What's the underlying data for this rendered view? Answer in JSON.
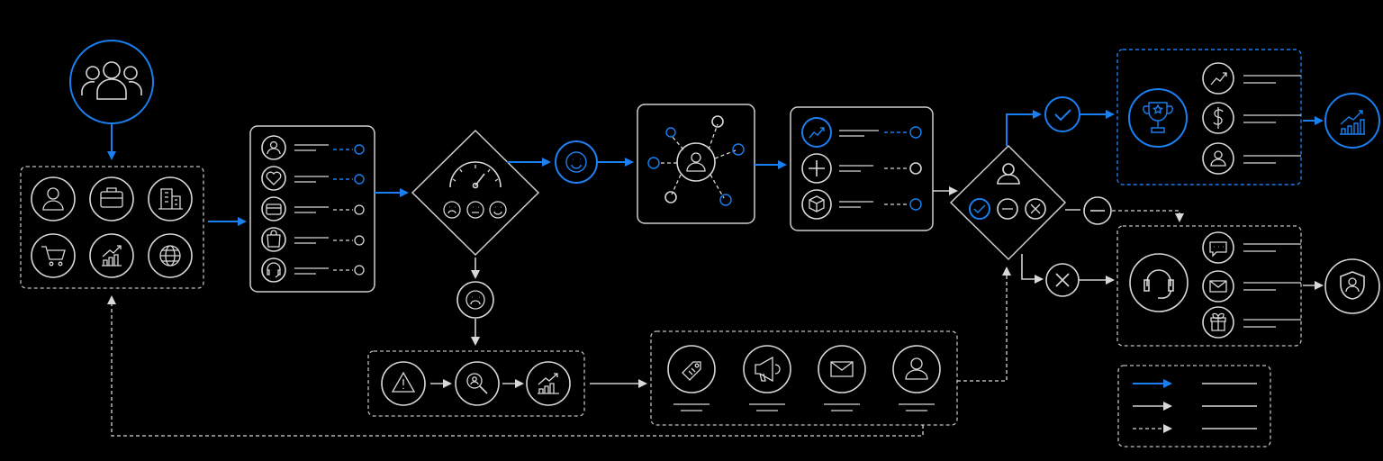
{
  "colors": {
    "accent": "#1a7ff0",
    "line": "#d8d8d8",
    "background": "#000000"
  },
  "nodes": {
    "customers": {
      "icon": "people-group-icon"
    },
    "segments": {
      "icons": [
        "user-icon",
        "briefcase-icon",
        "building-icon",
        "cart-icon",
        "growth-chart-icon",
        "globe-icon"
      ]
    },
    "touchpoints": {
      "icons": [
        "user-icon",
        "heart-icon",
        "credit-card-icon",
        "shopping-bag-icon",
        "headset-icon"
      ],
      "active": [
        true,
        true,
        false,
        false,
        false
      ]
    },
    "sentiment_gauge": {
      "icons": [
        "gauge-icon",
        "sad-face-icon",
        "neutral-face-icon",
        "happy-face-icon"
      ]
    },
    "positive": {
      "icon": "happy-face-icon"
    },
    "negative": {
      "icon": "sad-face-icon"
    },
    "network": {
      "icon": "user-network-icon"
    },
    "actions": {
      "icons": [
        "trend-up-icon",
        "plus-icon",
        "package-icon"
      ]
    },
    "decision": {
      "icons": [
        "user-icon",
        "check-icon",
        "minus-icon",
        "close-icon"
      ]
    },
    "resolution": {
      "icons": [
        "warning-icon",
        "search-icon",
        "growth-chart-icon"
      ]
    },
    "outreach": {
      "icons": [
        "tag-icon",
        "megaphone-icon",
        "mail-icon",
        "user-icon"
      ]
    },
    "rewards": {
      "icons": [
        "trophy-icon",
        "trend-up-icon",
        "dollar-icon",
        "user-icon"
      ]
    },
    "support": {
      "icons": [
        "headset-icon",
        "chat-icon",
        "mail-icon",
        "gift-icon"
      ]
    },
    "outcomes": {
      "icons": [
        "growth-chart-icon",
        "shield-user-icon"
      ]
    }
  },
  "legend": {
    "items": [
      "primary-flow",
      "secondary-flow",
      "feedback-loop"
    ]
  }
}
